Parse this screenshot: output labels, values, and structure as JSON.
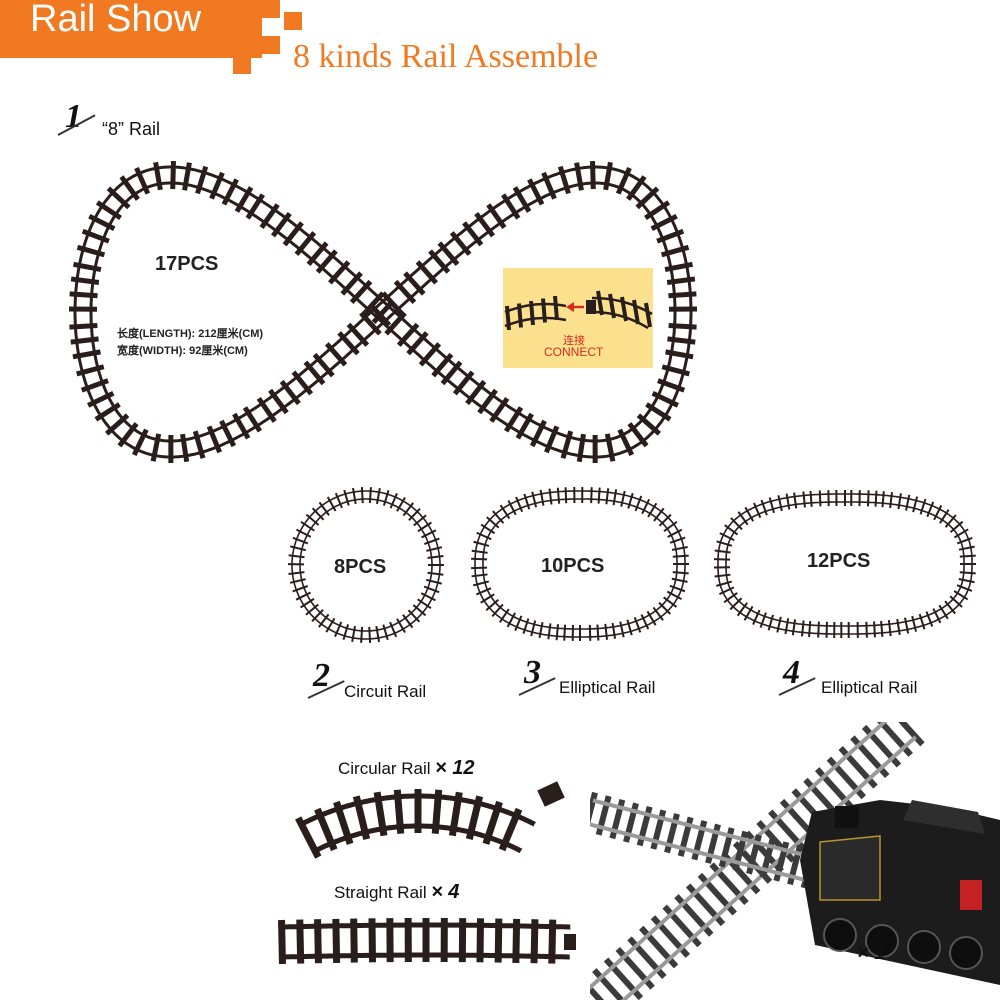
{
  "header": {
    "badge": "Rail Show",
    "subtitle": "8 kinds Rail Assemble"
  },
  "rails": [
    {
      "number": "1",
      "label": "“8” Rail",
      "pieces": "17PCS"
    },
    {
      "number": "2",
      "label": "Circuit Rail",
      "pieces": "8PCS"
    },
    {
      "number": "3",
      "label": "Elliptical Rail",
      "pieces": "10PCS"
    },
    {
      "number": "4",
      "label": "Elliptical Rail",
      "pieces": "12PCS"
    }
  ],
  "dimensions": {
    "length": "长度(LENGTH): 212厘米(CM)",
    "width": "宽度(WIDTH): 92厘米(CM)"
  },
  "connect": {
    "chinese": "连接",
    "english": "CONNECT"
  },
  "parts": [
    {
      "name": "Circular Rail",
      "qty": "× 12"
    },
    {
      "name": "Straight Rail",
      "qty": "× 4"
    }
  ],
  "locomotive_qty": "× 1",
  "colors": {
    "accent": "#f07922",
    "track": "#2a1e1c",
    "connect_bg": "#fbe18e",
    "connect_text": "#d62a1c"
  }
}
